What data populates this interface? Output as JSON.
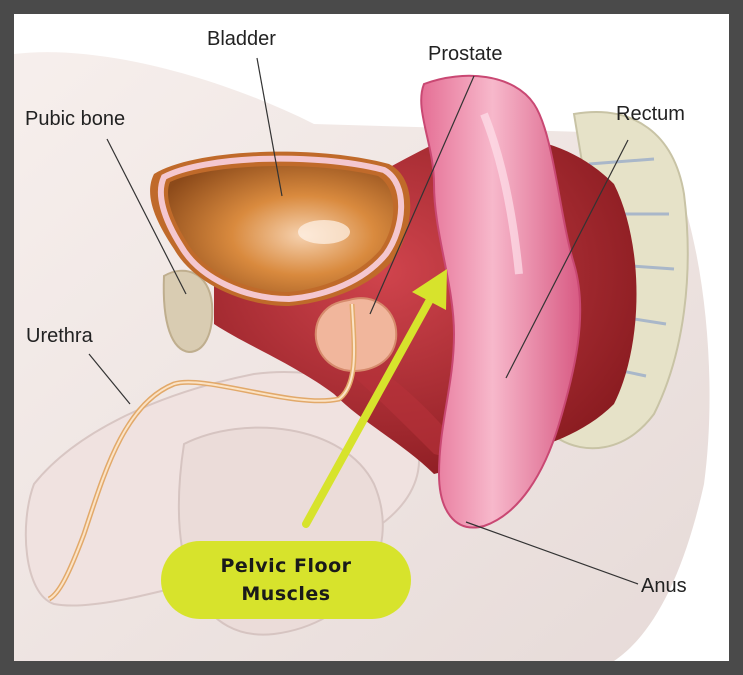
{
  "labels": {
    "bladder": "Bladder",
    "prostate": "Prostate",
    "pubic_bone": "Pubic bone",
    "rectum": "Rectum",
    "urethra": "Urethra",
    "anus": "Anus"
  },
  "callout": {
    "line1": "Pelvic Floor",
    "line2": "Muscles",
    "color": "#d7e32c"
  },
  "colors": {
    "frame": "#4a4a4a",
    "background": "#ffffff",
    "arrow": "#d7e32c"
  }
}
